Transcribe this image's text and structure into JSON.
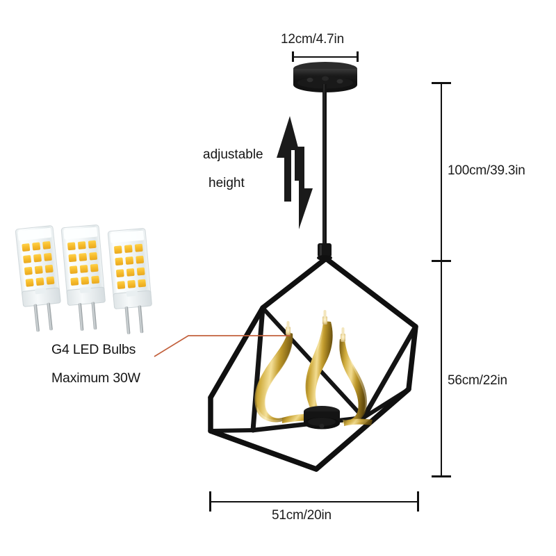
{
  "diagram": {
    "product": "cube-frame pendant chandelier with three gold flame arms",
    "background_color": "#ffffff",
    "line_color": "#111111",
    "leader_color": "#c2603c",
    "metal_black": "#161616",
    "gold": "#c9a227"
  },
  "dimensions": {
    "canopy_width": "12cm/4.7in",
    "drop_height": "100cm/39.3in",
    "fixture_height": "56cm/22in",
    "fixture_width": "51cm/20in"
  },
  "annotations": {
    "adjustable_line1": "adjustable",
    "adjustable_line2": "height",
    "bulb_line1": "G4 LED Bulbs",
    "bulb_line2": "Maximum 30W"
  },
  "icons": {
    "adjust_arrows": "up-down-arrows-icon",
    "bulb": "g4-led-bulb-icon",
    "canopy": "ceiling-canopy-icon",
    "cube": "cube-frame-icon",
    "flame": "gold-flame-arm-icon"
  },
  "bulbs": {
    "count": 3,
    "items": [
      {
        "label": "g4-led-bulb-1"
      },
      {
        "label": "g4-led-bulb-2"
      },
      {
        "label": "g4-led-bulb-3"
      }
    ]
  }
}
